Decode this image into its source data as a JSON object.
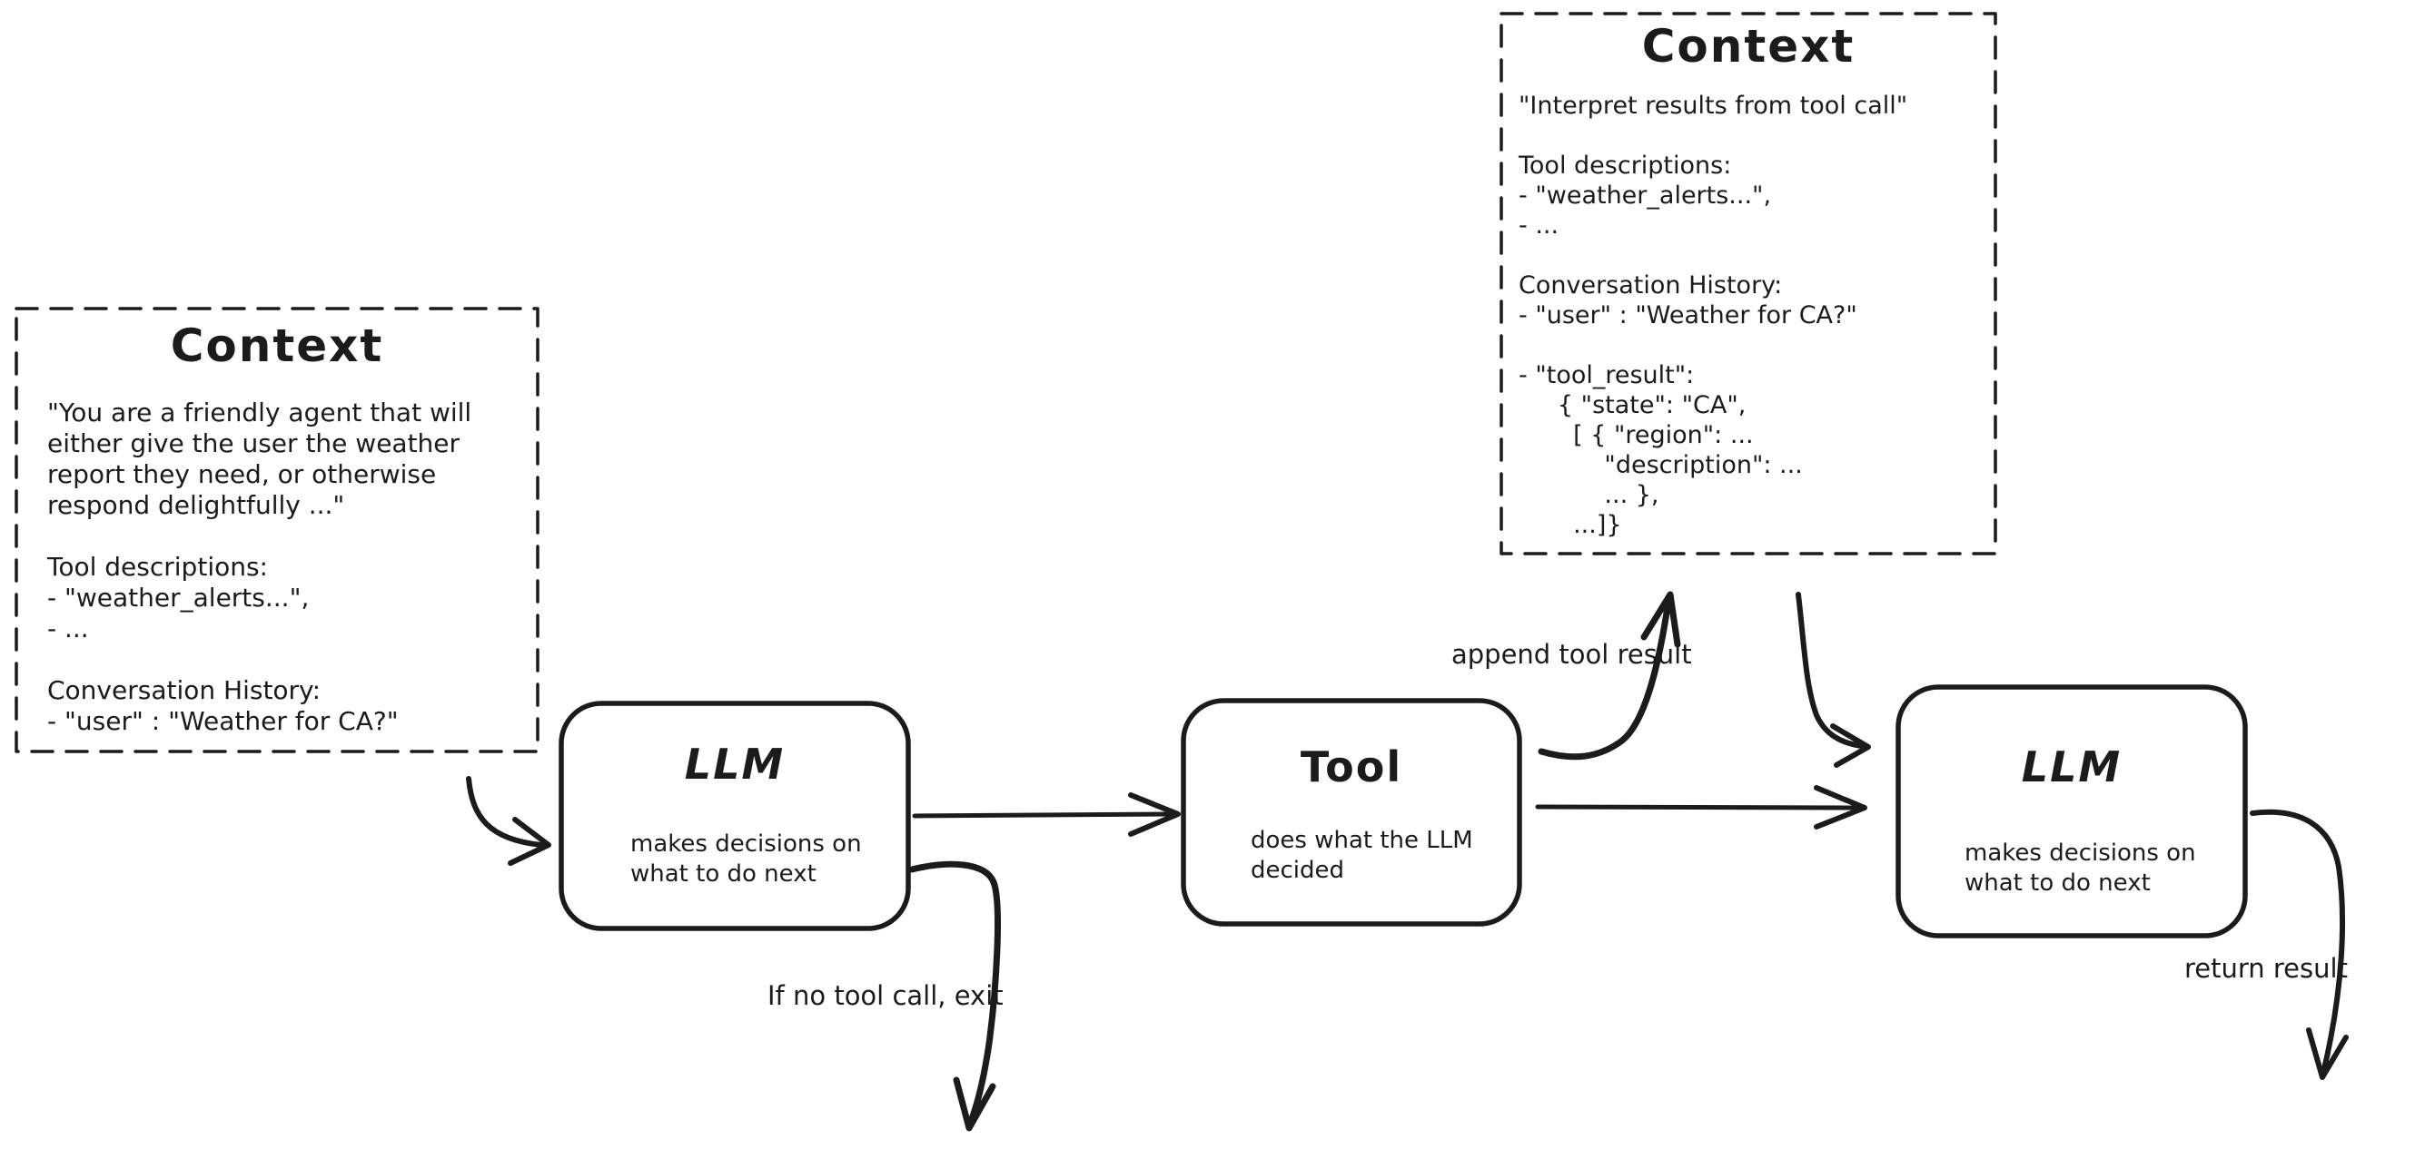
{
  "diagram": {
    "colors": {
      "stroke": "#1b1b1b",
      "background": "#ffffff"
    },
    "context_box_1": {
      "title": "Context",
      "body": "\"You are a friendly agent that will\neither give the user the weather\nreport they need, or otherwise\nrespond delightfully ...\"\n\nTool descriptions:\n- \"weather_alerts...\",\n- ...\n\nConversation History:\n- \"user\" : \"Weather for CA?\""
    },
    "context_box_2": {
      "title": "Context",
      "body": "\"Interpret results from tool call\"\n\nTool descriptions:\n- \"weather_alerts...\",\n- ...\n\nConversation History:\n- \"user\" : \"Weather for CA?\"\n\n- \"tool_result\":\n     { \"state\": \"CA\",\n       [ { \"region\": ...\n           \"description\": ...\n           ... },\n       ...]}"
    },
    "llm_node_1": {
      "title": "LLM",
      "subtitle": "makes decisions on\nwhat to do next"
    },
    "tool_node": {
      "title": "Tool",
      "subtitle": "does what the LLM\ndecided"
    },
    "llm_node_2": {
      "title": "LLM",
      "subtitle": "makes decisions on\nwhat to do next"
    },
    "labels": {
      "append_tool_result": "append tool result",
      "no_tool_call_exit": "If no tool call, exit",
      "return_result": "return result"
    }
  }
}
